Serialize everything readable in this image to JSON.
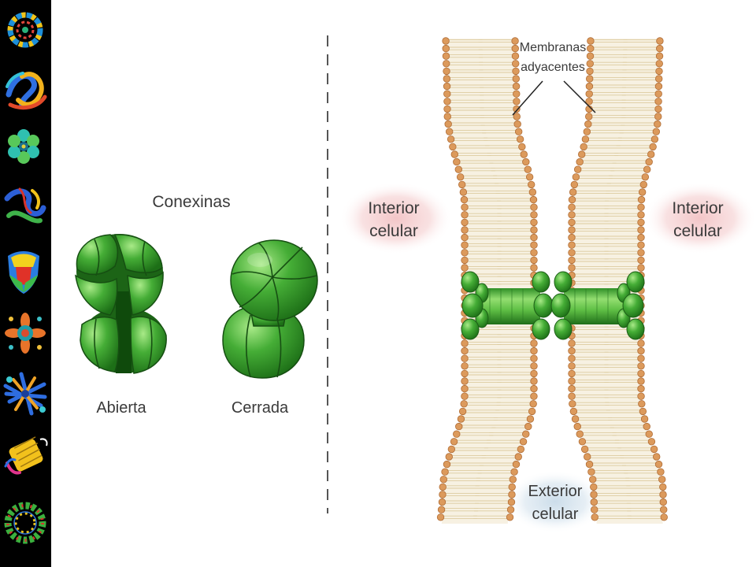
{
  "sidebar": {
    "images": [
      "protein-ring-image",
      "protein-ribbon-image",
      "protein-flower-image",
      "protein-helix-image",
      "protein-shield-image",
      "protein-cross-image",
      "protein-complex-image",
      "protein-barrel-image",
      "protein-pore-ring-image"
    ]
  },
  "connexins": {
    "title": "Conexinas",
    "open_label": "Abierta",
    "closed_label": "Cerrada"
  },
  "gap_junction": {
    "membranes_label": {
      "line1": "Membranas",
      "line2": "adyacentes"
    },
    "interior_left": {
      "line1": "Interior",
      "line2": "celular"
    },
    "interior_right": {
      "line1": "Interior",
      "line2": "celular"
    },
    "exterior": {
      "line1": "Exterior",
      "line2": "celular"
    }
  },
  "colors": {
    "background": "#ffffff",
    "sidebar": "#000000",
    "text": "#3a3a3a",
    "connexin_green": "#43a838",
    "lipid_head": "#dc9a5c",
    "lipid_head_outline": "#b06d36",
    "lipid_tail": "#dccb9f",
    "membrane_core": "#f7f1e2",
    "interior_highlight": "#f2c2c4",
    "exterior_highlight": "#c9dbe9"
  }
}
